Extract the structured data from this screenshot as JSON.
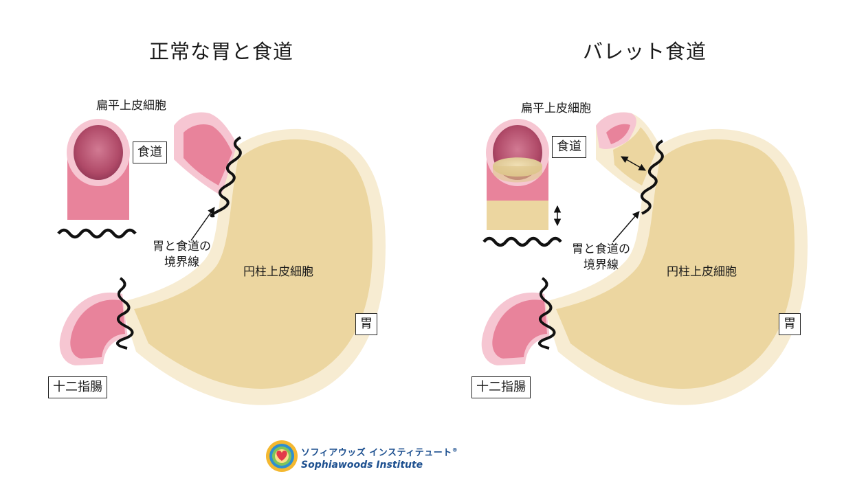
{
  "titles": {
    "normal": "正常な胃と食道",
    "barrett": "バレット食道"
  },
  "labels": {
    "squamous": "扁平上皮細胞",
    "esophagus": "食道",
    "boundary_line1": "胃と食道の",
    "boundary_line2": "境界線",
    "columnar": "円柱上皮細胞",
    "stomach": "胃",
    "duodenum": "十二指腸"
  },
  "logo": {
    "jp": "ソフィアウッズ インスティテュート",
    "reg": "®",
    "en": "Sophiawoods Institute"
  },
  "colors": {
    "pink": "#e8839b",
    "pink_light": "#f6c6d2",
    "pink_dark": "#b04a68",
    "tan": "#ecd6a0",
    "tan_light": "#f7ecd2",
    "wave": "#111111"
  }
}
